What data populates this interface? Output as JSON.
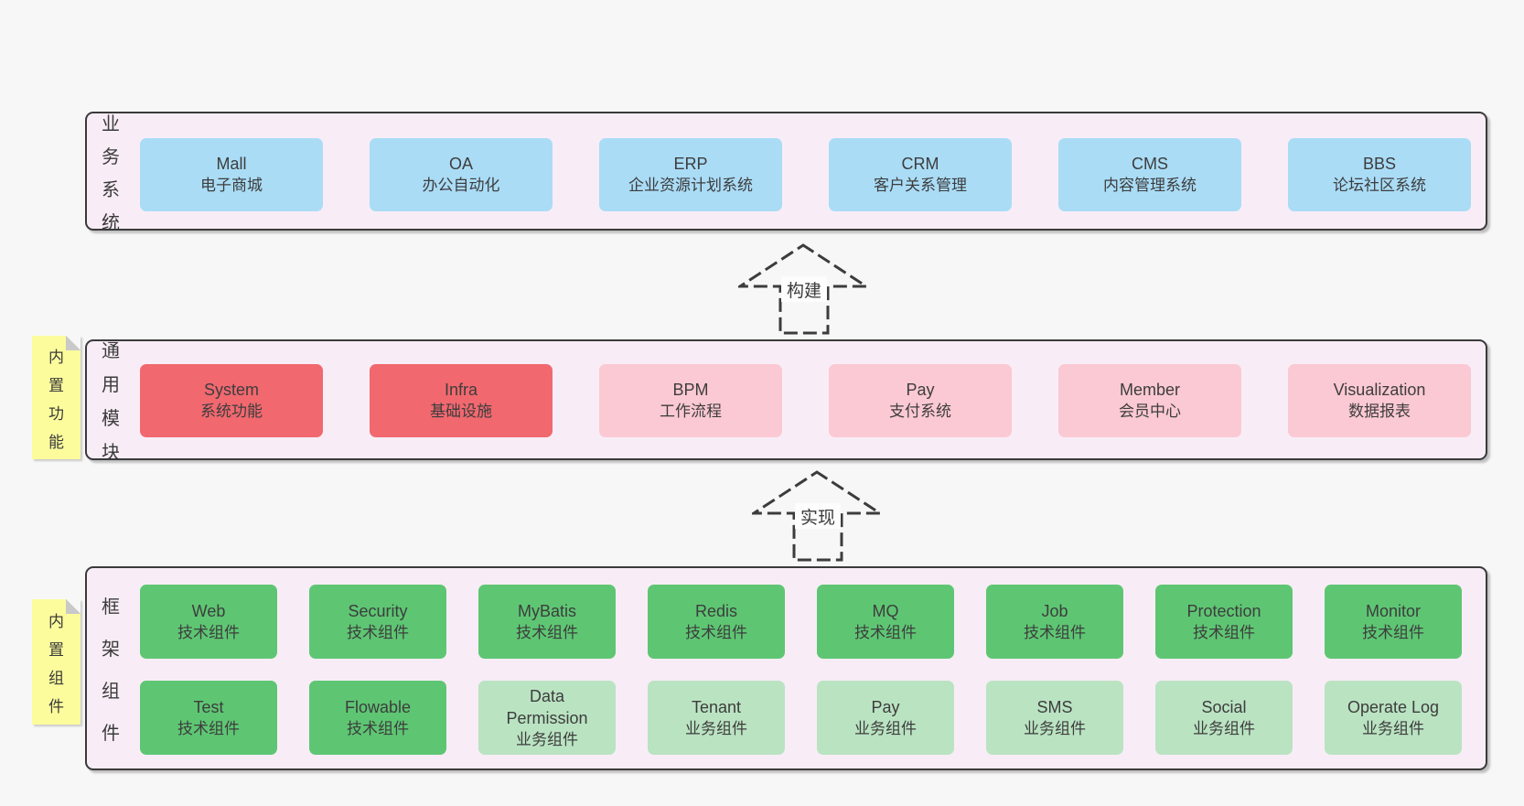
{
  "colors": {
    "page_bg": "#f7f7f7",
    "container_fill": "#f8edf6",
    "container_border": "#3a3a3a",
    "blue_box": "#aadcf6",
    "red_box": "#f1686f",
    "pink_box": "#fbc9d3",
    "green_box": "#5ec673",
    "light_green_box": "#bae3c2",
    "sticky_fill": "#fcfc9d",
    "sticky_fold": "#c9c9c9",
    "arrow_stroke": "#3c3c3c",
    "text": "#3d3d3d"
  },
  "layers": [
    {
      "name": "business-systems",
      "label": "业务系统",
      "rows": [
        [
          {
            "en": "Mall",
            "zh": "电子商城",
            "type": "blue"
          },
          {
            "en": "OA",
            "zh": "办公自动化",
            "type": "blue"
          },
          {
            "en": "ERP",
            "zh": "企业资源计划系统",
            "type": "blue"
          },
          {
            "en": "CRM",
            "zh": "客户关系管理",
            "type": "blue"
          },
          {
            "en": "CMS",
            "zh": "内容管理系统",
            "type": "blue"
          },
          {
            "en": "BBS",
            "zh": "论坛社区系统",
            "type": "blue"
          }
        ]
      ]
    },
    {
      "name": "common-modules",
      "label": "通用模块",
      "sticky": "内置功能",
      "rows": [
        [
          {
            "en": "System",
            "zh": "系统功能",
            "type": "red"
          },
          {
            "en": "Infra",
            "zh": "基础设施",
            "type": "red"
          },
          {
            "en": "BPM",
            "zh": "工作流程",
            "type": "pink"
          },
          {
            "en": "Pay",
            "zh": "支付系统",
            "type": "pink"
          },
          {
            "en": "Member",
            "zh": "会员中心",
            "type": "pink"
          },
          {
            "en": "Visualization",
            "zh": "数据报表",
            "type": "pink"
          }
        ]
      ]
    },
    {
      "name": "framework-components",
      "label": "框架组件",
      "sticky": "内置组件",
      "rows": [
        [
          {
            "en": "Web",
            "zh": "技术组件",
            "type": "green"
          },
          {
            "en": "Security",
            "zh": "技术组件",
            "type": "green"
          },
          {
            "en": "MyBatis",
            "zh": "技术组件",
            "type": "green"
          },
          {
            "en": "Redis",
            "zh": "技术组件",
            "type": "green"
          },
          {
            "en": "MQ",
            "zh": "技术组件",
            "type": "green"
          },
          {
            "en": "Job",
            "zh": "技术组件",
            "type": "green"
          },
          {
            "en": "Protection",
            "zh": "技术组件",
            "type": "green"
          },
          {
            "en": "Monitor",
            "zh": "技术组件",
            "type": "green"
          }
        ],
        [
          {
            "en": "Test",
            "zh": "技术组件",
            "type": "green"
          },
          {
            "en": "Flowable",
            "zh": "技术组件",
            "type": "green"
          },
          {
            "en": "Data Permission",
            "zh": "业务组件",
            "type": "lightgreen"
          },
          {
            "en": "Tenant",
            "zh": "业务组件",
            "type": "lightgreen"
          },
          {
            "en": "Pay",
            "zh": "业务组件",
            "type": "lightgreen"
          },
          {
            "en": "SMS",
            "zh": "业务组件",
            "type": "lightgreen"
          },
          {
            "en": "Social",
            "zh": "业务组件",
            "type": "lightgreen"
          },
          {
            "en": "Operate Log",
            "zh": "业务组件",
            "type": "lightgreen"
          }
        ]
      ]
    }
  ],
  "arrows": [
    {
      "label": "构建"
    },
    {
      "label": "实现"
    }
  ]
}
